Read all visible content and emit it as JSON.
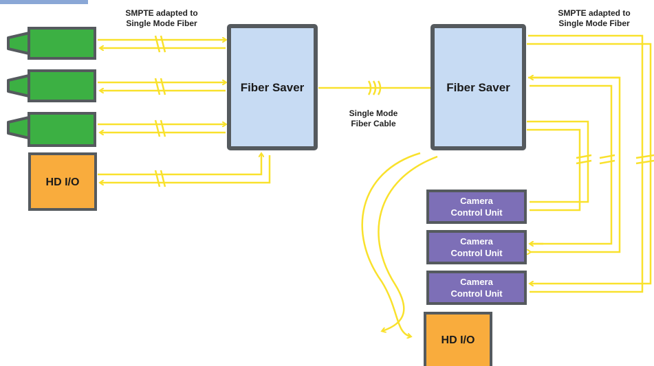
{
  "labels": {
    "left_fiber": [
      "SMPTE adapted to",
      "Single Mode Fiber"
    ],
    "right_fiber": [
      "SMPTE adapted to",
      "Single Mode Fiber"
    ],
    "center_cable": [
      "Single Mode",
      "Fiber Cable"
    ]
  },
  "fiber_saver_left": "Fiber Saver",
  "fiber_saver_right": "Fiber Saver",
  "hd_io_left": "HD I/O",
  "hd_io_right": "HD I/O",
  "ccu": [
    {
      "line1": "Camera",
      "line2": "Control Unit"
    },
    {
      "line1": "Camera",
      "line2": "Control Unit"
    },
    {
      "line1": "Camera",
      "line2": "Control Unit"
    }
  ],
  "colors": {
    "camera": "#3cb043",
    "fiber_saver": "#c7dbf3",
    "hd_io": "#f9ac3d",
    "ccu": "#7d6fb7",
    "cable": "#f9e12c",
    "border": "#555a5e"
  }
}
